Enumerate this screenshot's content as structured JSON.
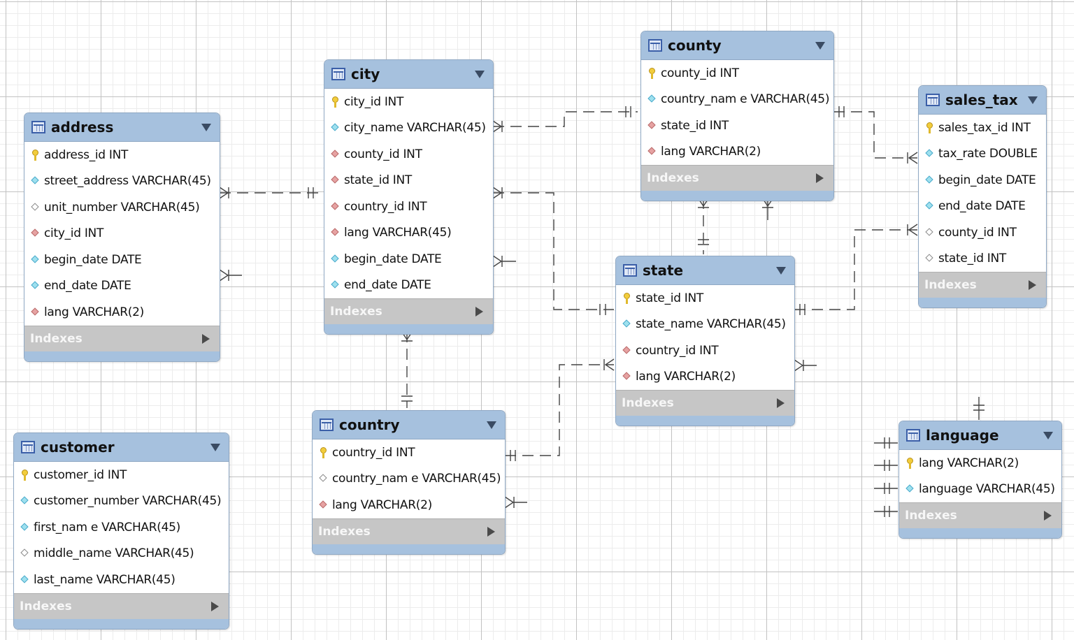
{
  "tables": {
    "address": {
      "title": "address",
      "fields": [
        {
          "text": "address_id INT",
          "icon": "key"
        },
        {
          "text": "street_address VARCHAR(45)",
          "icon": "d-cyan"
        },
        {
          "text": "unit_number VARCHAR(45)",
          "icon": "d-white"
        },
        {
          "text": "city_id INT",
          "icon": "d-red"
        },
        {
          "text": "begin_date DATE",
          "icon": "d-cyan"
        },
        {
          "text": "end_date DATE",
          "icon": "d-cyan"
        },
        {
          "text": "lang VARCHAR(2)",
          "icon": "d-red"
        }
      ],
      "indexes_label": "Indexes"
    },
    "city": {
      "title": "city",
      "fields": [
        {
          "text": "city_id INT",
          "icon": "key"
        },
        {
          "text": "city_name VARCHAR(45)",
          "icon": "d-cyan"
        },
        {
          "text": "county_id INT",
          "icon": "d-red"
        },
        {
          "text": "state_id INT",
          "icon": "d-red"
        },
        {
          "text": "country_id INT",
          "icon": "d-red"
        },
        {
          "text": "lang VARCHAR(45)",
          "icon": "d-red"
        },
        {
          "text": "begin_date DATE",
          "icon": "d-cyan"
        },
        {
          "text": "end_date DATE",
          "icon": "d-cyan"
        }
      ],
      "indexes_label": "Indexes"
    },
    "county": {
      "title": "county",
      "fields": [
        {
          "text": "county_id INT",
          "icon": "key"
        },
        {
          "text": "country_nam e VARCHAR(45)",
          "icon": "d-cyan"
        },
        {
          "text": "state_id INT",
          "icon": "d-red"
        },
        {
          "text": "lang VARCHAR(2)",
          "icon": "d-red"
        }
      ],
      "indexes_label": "Indexes"
    },
    "sales_tax": {
      "title": "sales_tax",
      "fields": [
        {
          "text": "sales_tax_id INT",
          "icon": "key"
        },
        {
          "text": "tax_rate DOUBLE",
          "icon": "d-cyan"
        },
        {
          "text": "begin_date DATE",
          "icon": "d-cyan"
        },
        {
          "text": "end_date DATE",
          "icon": "d-cyan"
        },
        {
          "text": "county_id INT",
          "icon": "d-white"
        },
        {
          "text": "state_id INT",
          "icon": "d-white"
        }
      ],
      "indexes_label": "Indexes"
    },
    "state": {
      "title": "state",
      "fields": [
        {
          "text": "state_id INT",
          "icon": "key"
        },
        {
          "text": "state_name VARCHAR(45)",
          "icon": "d-cyan"
        },
        {
          "text": "country_id INT",
          "icon": "d-red"
        },
        {
          "text": "lang VARCHAR(2)",
          "icon": "d-red"
        }
      ],
      "indexes_label": "Indexes"
    },
    "country": {
      "title": "country",
      "fields": [
        {
          "text": "country_id INT",
          "icon": "key"
        },
        {
          "text": "country_nam e VARCHAR(45)",
          "icon": "d-white"
        },
        {
          "text": "lang VARCHAR(2)",
          "icon": "d-red"
        }
      ],
      "indexes_label": "Indexes"
    },
    "customer": {
      "title": "customer",
      "fields": [
        {
          "text": "customer_id INT",
          "icon": "key"
        },
        {
          "text": "customer_number VARCHAR(45)",
          "icon": "d-cyan"
        },
        {
          "text": "first_nam e VARCHAR(45)",
          "icon": "d-cyan"
        },
        {
          "text": "middle_name VARCHAR(45)",
          "icon": "d-white"
        },
        {
          "text": "last_name VARCHAR(45)",
          "icon": "d-cyan"
        }
      ],
      "indexes_label": "Indexes"
    },
    "language": {
      "title": "language",
      "fields": [
        {
          "text": "lang VARCHAR(2)",
          "icon": "key"
        },
        {
          "text": "language VARCHAR(45)",
          "icon": "d-cyan"
        }
      ],
      "indexes_label": "Indexes"
    }
  },
  "relationships": [
    {
      "from": "address",
      "to": "city",
      "notation": "many-to-one"
    },
    {
      "from": "city",
      "to": "county",
      "notation": "many-to-one"
    },
    {
      "from": "city",
      "to": "state",
      "notation": "many-to-one"
    },
    {
      "from": "city",
      "to": "country",
      "notation": "many-to-one"
    },
    {
      "from": "county",
      "to": "state",
      "notation": "many-to-one"
    },
    {
      "from": "sales_tax",
      "to": "county",
      "notation": "many-to-one"
    },
    {
      "from": "sales_tax",
      "to": "state",
      "notation": "many-to-one"
    },
    {
      "from": "state",
      "to": "country",
      "notation": "many-to-one"
    }
  ],
  "colors": {
    "header": "#a6c1de",
    "indexes_bar": "#c6c6c6",
    "connector": "#444444"
  }
}
